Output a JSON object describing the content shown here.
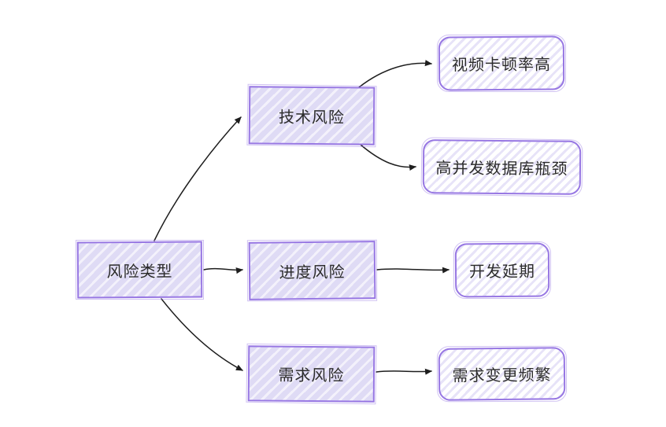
{
  "diagram": {
    "type": "mindmap-flowchart",
    "background": "#ffffff",
    "colors": {
      "node_border": "#9777e3",
      "node_fill_dense": "#dfdbf5",
      "node_fill_light": "#e7e3f8",
      "arrow": "#1e1e1e",
      "text": "#2b2b2b"
    },
    "nodes": [
      {
        "id": "root",
        "label": "风险类型",
        "level": 1,
        "shape": "rectangle"
      },
      {
        "id": "tech",
        "label": "技术风险",
        "level": 2,
        "shape": "rectangle"
      },
      {
        "id": "schedule",
        "label": "进度风险",
        "level": 2,
        "shape": "rectangle"
      },
      {
        "id": "requirement",
        "label": "需求风险",
        "level": 2,
        "shape": "rectangle"
      },
      {
        "id": "video",
        "label": "视频卡顿率高",
        "level": 3,
        "shape": "rounded"
      },
      {
        "id": "db",
        "label": "高并发数据库瓶颈",
        "level": 3,
        "shape": "rounded"
      },
      {
        "id": "delay",
        "label": "开发延期",
        "level": 3,
        "shape": "rounded"
      },
      {
        "id": "change",
        "label": "需求变更频繁",
        "level": 3,
        "shape": "rounded"
      }
    ],
    "edges": [
      {
        "from": "风险类型",
        "to": "技术风险"
      },
      {
        "from": "风险类型",
        "to": "进度风险"
      },
      {
        "from": "风险类型",
        "to": "需求风险"
      },
      {
        "from": "技术风险",
        "to": "视频卡顿率高"
      },
      {
        "from": "技术风险",
        "to": "高并发数据库瓶颈"
      },
      {
        "from": "进度风险",
        "to": "开发延期"
      },
      {
        "from": "需求风险",
        "to": "需求变更频繁"
      }
    ]
  }
}
